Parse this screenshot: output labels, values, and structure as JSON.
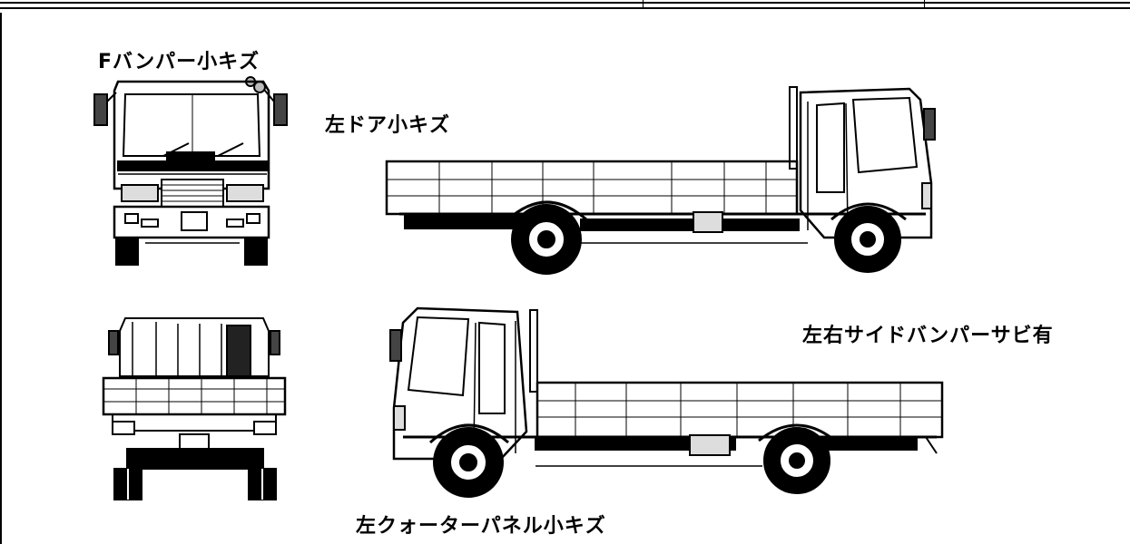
{
  "damage_notes": {
    "front_bumper": "Fバンパー小キズ",
    "left_door": "左ドア小キズ",
    "side_bumper": "左右サイドバンパーサビ有",
    "left_quarter_panel": "左クォーターパネル小キズ"
  },
  "colors": {
    "line": "#000000",
    "background": "#ffffff",
    "shade": "#d8d8d8"
  }
}
